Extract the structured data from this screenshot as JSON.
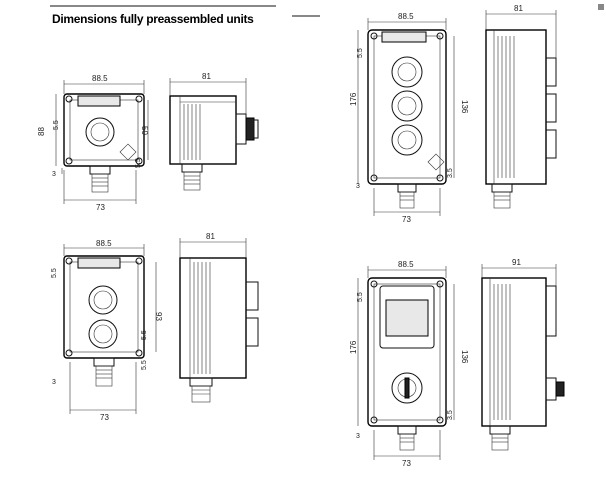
{
  "header": {
    "title": "Dimensions fully preassembled units"
  },
  "fig1": {
    "width": "88.5",
    "height": "88",
    "depth": "81",
    "bottom": "73",
    "hole_dist": "50",
    "small1": "3",
    "small2": "5.5",
    "small3": "5.5"
  },
  "fig2": {
    "width": "88.5",
    "depth": "81",
    "height": "93",
    "bottom": "73",
    "small1": "3",
    "small2": "5.5",
    "small3": "5.5",
    "side_small": "5.5"
  },
  "fig3": {
    "width": "88.5",
    "depth": "81",
    "height": "176",
    "inner": "136",
    "bottom": "73",
    "small1": "3",
    "small2": "5.5",
    "small3": "3.5"
  },
  "fig4": {
    "width": "88.5",
    "depth": "91",
    "height": "176",
    "inner": "136",
    "bottom": "73",
    "small1": "3",
    "small2": "5.5",
    "small3": "3.5"
  }
}
